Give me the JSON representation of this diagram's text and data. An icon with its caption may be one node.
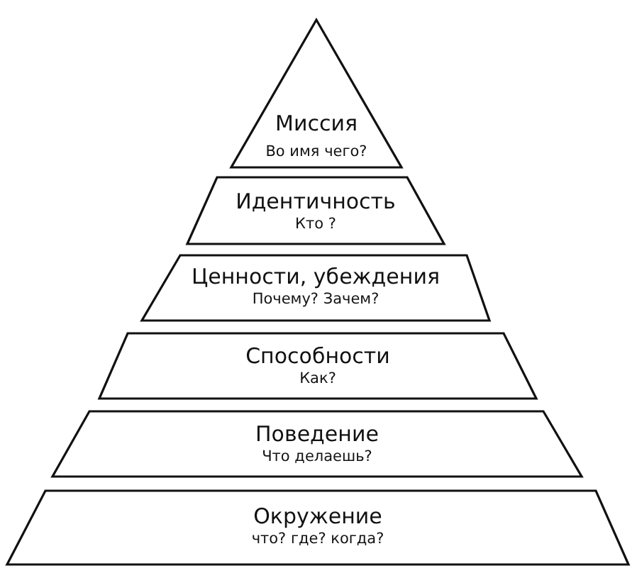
{
  "diagram": {
    "nodes": [
      {
        "text": [
          "Миссия",
          "Во имя чего?"
        ]
      },
      {
        "text": [
          "Идентичность",
          "Кто ?"
        ]
      },
      {
        "text": [
          "Ценности, убеждения",
          "Почему? Зачем?"
        ]
      },
      {
        "text": [
          "Способности",
          "Как?"
        ]
      },
      {
        "text": [
          "Поведение",
          "Что делаешь?"
        ]
      },
      {
        "text": [
          "Окружение",
          "что? где? когда?"
        ]
      }
    ]
  }
}
